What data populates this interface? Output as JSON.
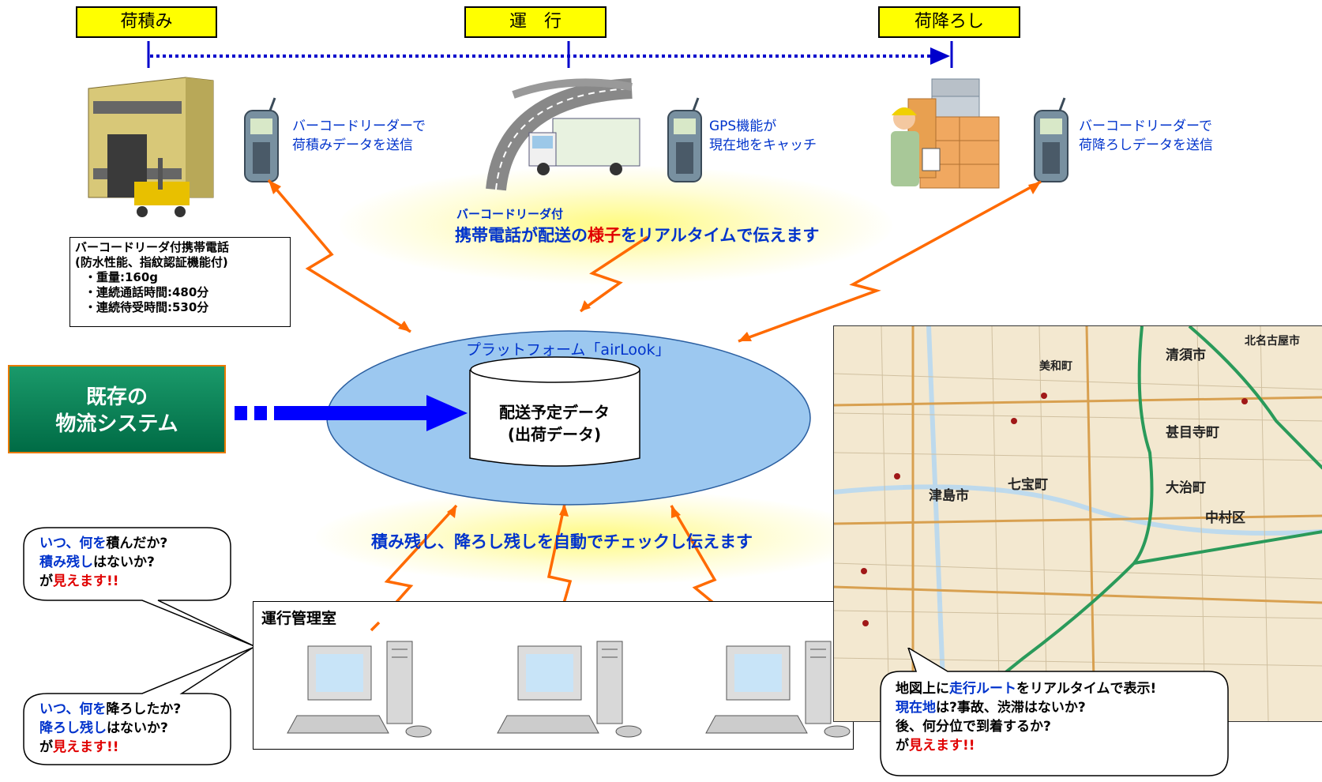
{
  "stages": [
    "荷積み",
    "運　行",
    "荷降ろし"
  ],
  "phone_notes": {
    "loading": [
      "バーコードリーダーで",
      "荷積みデータを送信"
    ],
    "transit": [
      "GPS機能が",
      "現在地をキャッチ"
    ],
    "unloading": [
      "バーコードリーダーで",
      "荷降ろしデータを送信"
    ]
  },
  "headline_top": {
    "sub": "バーコードリーダ付",
    "main_pre": "携帯電話が配送の",
    "main_highlight": "様子",
    "main_post": "をリアルタイムで伝えます"
  },
  "spec_box": {
    "title": "バーコードリーダ付携帯電話",
    "subtitle": "(防水性能、指紋認証機能付)",
    "items": [
      "・重量:160g",
      "・連続通話時間:480分",
      "・連続待受時間:530分"
    ]
  },
  "platform": {
    "label": "プラットフォーム「airLook」",
    "db_line1": "配送予定データ",
    "db_line2": "(出荷データ)"
  },
  "legacy_system": {
    "line1": "既存の",
    "line2": "物流システム"
  },
  "headline_bottom": "積み残し、降ろし残しを自動でチェックし伝えます",
  "management_room": "運行管理室",
  "bubble_loading": {
    "l1a": "いつ、",
    "l1b": "何を",
    "l1c": "積んだか?",
    "l2a": "積み残し",
    "l2b": "はないか?",
    "l3a": "が",
    "l3b": "見えます!!"
  },
  "bubble_unloading": {
    "l1a": "いつ、",
    "l1b": "何を",
    "l1c": "降ろしたか?",
    "l2a": "降ろし残し",
    "l2b": "はないか?",
    "l3a": "が",
    "l3b": "見えます!!"
  },
  "bubble_map": {
    "l1a": "地図上に",
    "l1b": "走行ルート",
    "l1c": "をリアルタイムで表示!",
    "l2a": "現在地",
    "l2b": "は?事故、渋滞はないか?",
    "l3": "後、何分位で到着するか?",
    "l4a": "が",
    "l4b": "見えます!!"
  },
  "map_labels": [
    "清須市",
    "甚目寺町",
    "七宝町",
    "大治町",
    "津島市",
    "中村区",
    "美和町",
    "北名古屋市"
  ],
  "colors": {
    "stage_fill": "#ffff00",
    "timeline": "#0000cc",
    "signal": "#ff6a00",
    "ellipse": "#9cc8f0",
    "legacy_fill": "#00774d",
    "legacy_border": "#e87a00",
    "highlight_red": "#e00000",
    "text_blue": "#0033cc"
  }
}
